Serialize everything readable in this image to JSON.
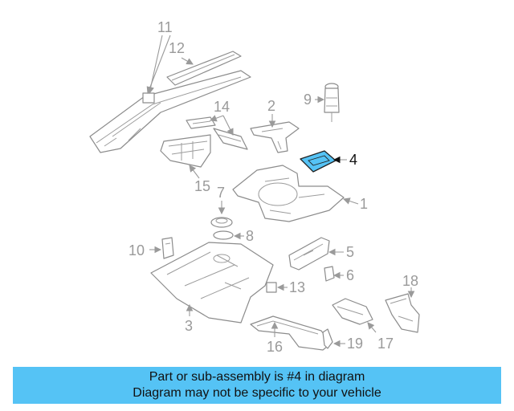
{
  "callouts": {
    "c1": "1",
    "c2": "2",
    "c3": "3",
    "c4": "4",
    "c5": "5",
    "c6": "6",
    "c7": "7",
    "c8": "8",
    "c9": "9",
    "c10": "10",
    "c11": "11",
    "c12": "12",
    "c13": "13",
    "c14": "14",
    "c15": "15",
    "c16": "16",
    "c17": "17",
    "c18": "18",
    "c19": "19"
  },
  "highlight": {
    "part": "4",
    "color": "#55c3f5"
  },
  "colors": {
    "line": "#8c8c8c",
    "banner": "#55c3f5"
  },
  "banner": {
    "line1": "Part or sub-assembly is #4 in diagram",
    "line2": "Diagram may not be specific to your vehicle"
  }
}
